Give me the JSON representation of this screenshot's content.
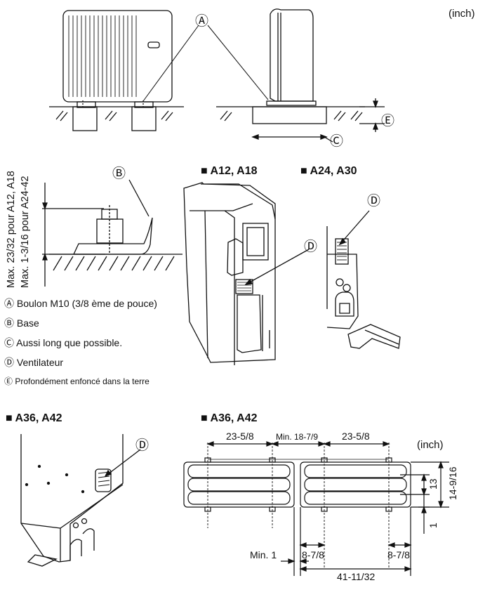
{
  "unit_label": "(inch)",
  "markers": {
    "A": "Ⓐ",
    "B": "Ⓑ",
    "C": "Ⓒ",
    "D": "Ⓓ",
    "E": "Ⓔ"
  },
  "vertical_note": {
    "line1": "Max. 23/32 pour A12, A18",
    "line2": "Max. 1-3/16 pour A24-42"
  },
  "legend": [
    "Ⓐ Boulon M10 (3/8 ème de pouce)",
    "Ⓑ Base",
    "Ⓒ Aussi long que possible.",
    "Ⓓ Ventilateur",
    "Ⓔ  Profondément enfoncé dans la terre"
  ],
  "section_headings": {
    "a12_a18": "■ A12, A18",
    "a24_a30": "■ A24, A30",
    "a36_a42_left": "■ A36, A42",
    "a36_a42_right": "■ A36, A42"
  },
  "dimensions": {
    "width_left": "23-5/8",
    "gap_min": "Min. 18-7/9",
    "width_right": "23-5/8",
    "height_inner": "13",
    "height_total": "14-9/16",
    "offset": "1",
    "clearance_min": "Min. 1",
    "edge_left": "8-7/8",
    "edge_right": "8-7/8",
    "total_length": "41-11/32"
  }
}
